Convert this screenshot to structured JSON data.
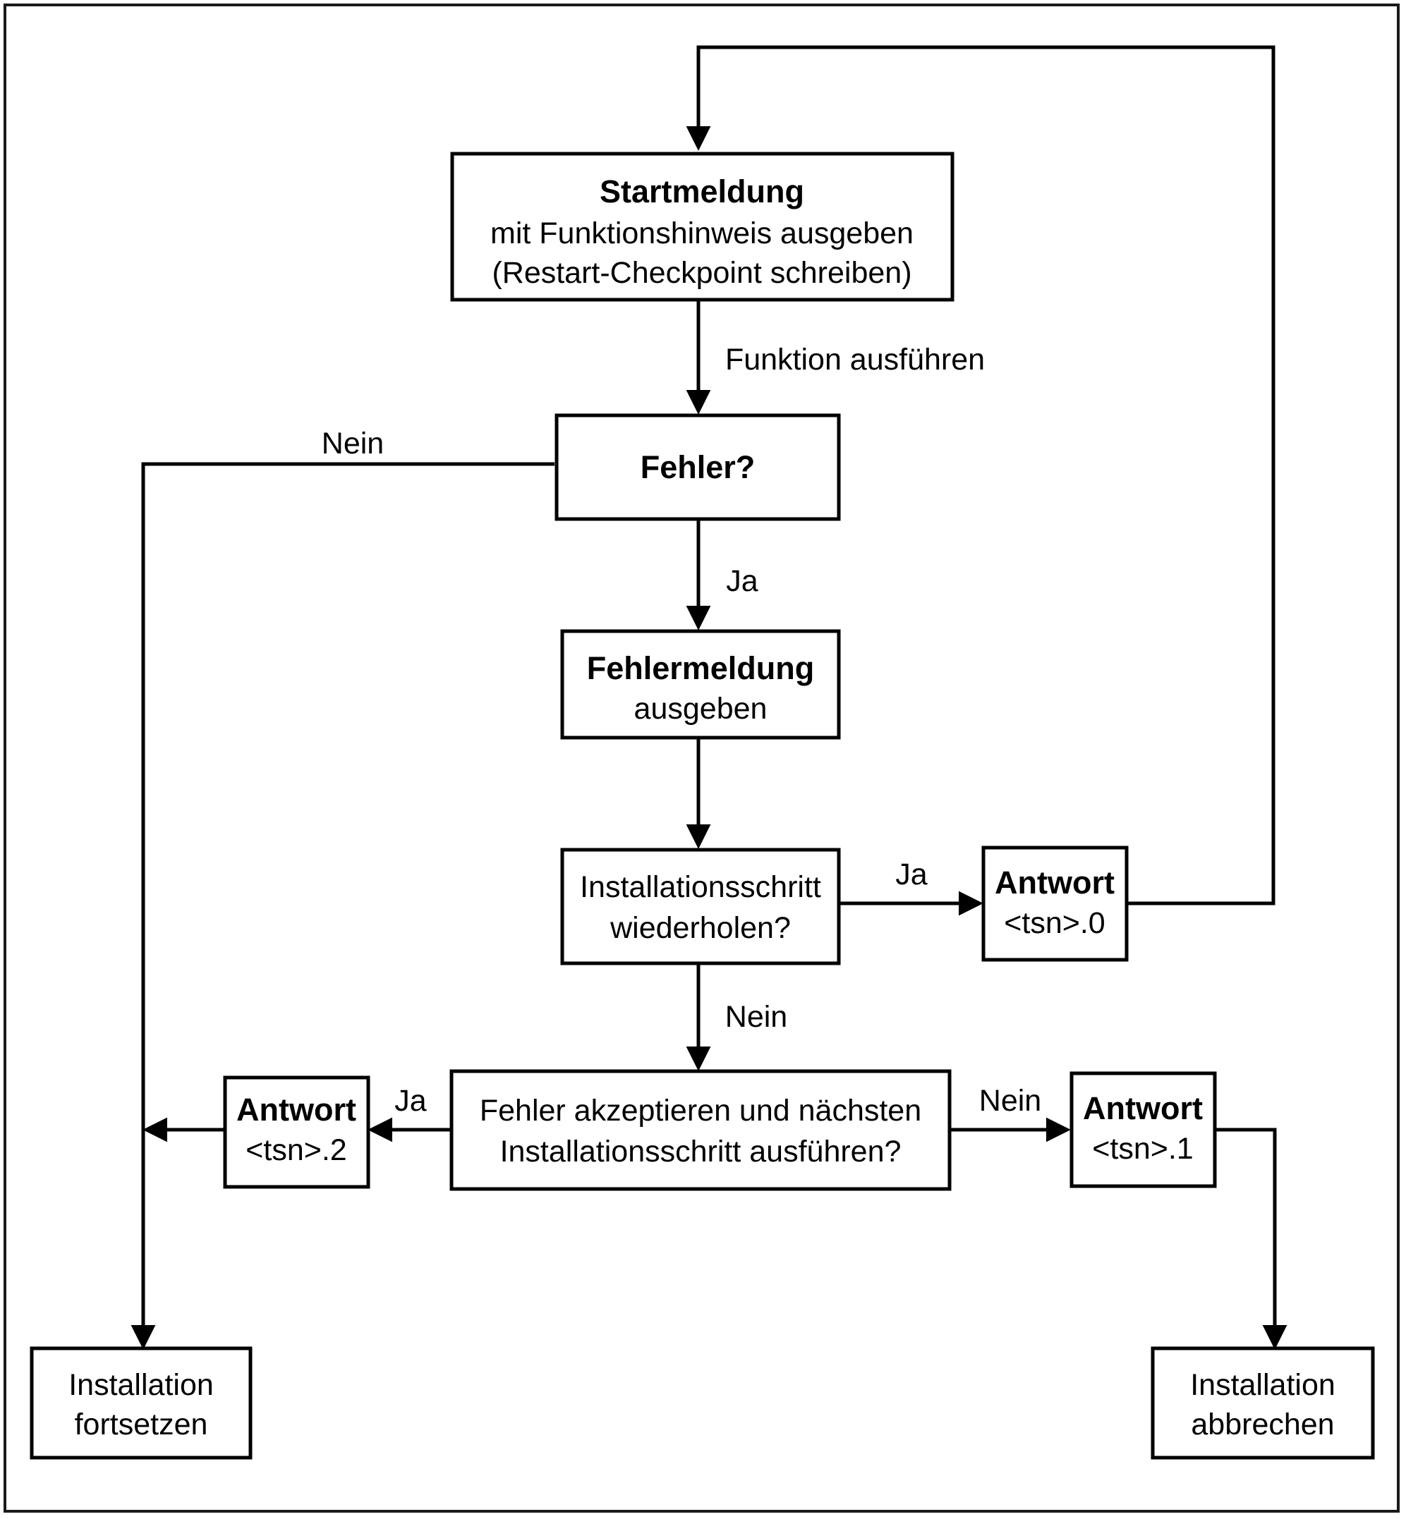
{
  "diagram": {
    "type": "flowchart",
    "language": "de",
    "background_color": "#ffffff",
    "line_color": "#000000",
    "border": "thin black rectangle frame around whole image"
  },
  "nodes": {
    "startmeldung": {
      "line1": "Startmeldung",
      "line2": "mit Funktionshinweis ausgeben",
      "line3": "(Restart-Checkpoint schreiben)"
    },
    "fehler": {
      "line1": "Fehler?"
    },
    "fehlermeldung": {
      "line1": "Fehlermeldung",
      "line2": "ausgeben"
    },
    "wiederholen": {
      "line1": "Installationsschritt",
      "line2": "wiederholen?"
    },
    "antwort0": {
      "line1": "Antwort",
      "line2": "<tsn>.0"
    },
    "akzeptieren": {
      "line1": "Fehler akzeptieren und nächsten",
      "line2": "Installationsschritt ausführen?"
    },
    "antwort2": {
      "line1": "Antwort",
      "line2": "<tsn>.2"
    },
    "antwort1": {
      "line1": "Antwort",
      "line2": "<tsn>.1"
    },
    "fortsetzen": {
      "line1": "Installation",
      "line2": "fortsetzen"
    },
    "abbrechen": {
      "line1": "Installation",
      "line2": "abbrechen"
    }
  },
  "edge_labels": {
    "funktion_ausfuehren": "Funktion ausführen",
    "fehler_nein": "Nein",
    "fehler_ja": "Ja",
    "wiederholen_ja": "Ja",
    "wiederholen_nein": "Nein",
    "akzeptieren_ja": "Ja",
    "akzeptieren_nein": "Nein"
  }
}
